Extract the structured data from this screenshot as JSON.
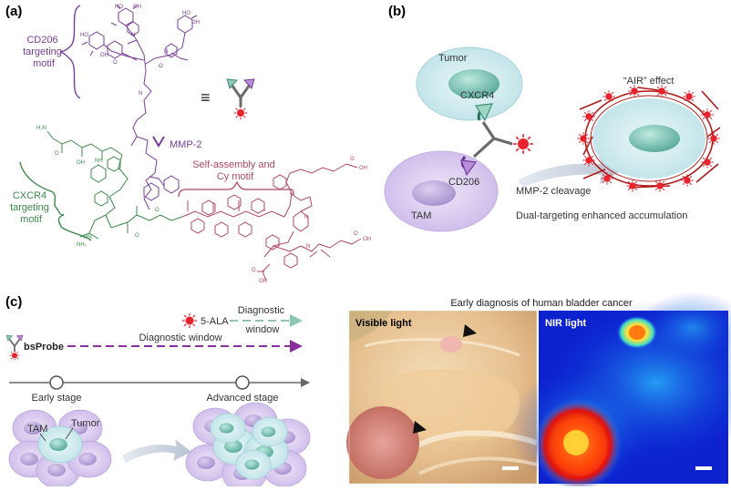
{
  "panel_a": {
    "label": "(a)",
    "cd206_motif": [
      "CD206",
      "targeting",
      "motif"
    ],
    "mmp2": "MMP-2",
    "self_assembly": [
      "Self-assembly and",
      "Cy motif"
    ],
    "cxcr4_motif": [
      "CXCR4",
      "targeting",
      "motif"
    ],
    "equiv": "≡",
    "colors": {
      "purple": "#7a3d9a",
      "green": "#3b8a4a",
      "rose": "#b0465f",
      "dark": "#4a4a4a"
    }
  },
  "panel_b": {
    "label": "(b)",
    "tumor": "Tumor",
    "cxcr4": "CXCR4",
    "cd206": "CD206",
    "tam": "TAM",
    "air_effect": "“AIR” effect",
    "cleavage": "MMP-2 cleavage",
    "accumulation": "Dual-targeting enhanced accumulation"
  },
  "panel_c": {
    "label": "(c)",
    "ala": "5-ALA",
    "ala_window": [
      "Diagnostic",
      "window"
    ],
    "bsprobe": "bsProbe",
    "bsprobe_window": "Diagnostic window",
    "early_stage": "Early stage",
    "advanced_stage": "Advanced stage",
    "tam": "TAM",
    "tumor": "Tumor",
    "photo_title": "Early diagnosis of human bladder cancer",
    "visible": "Visible light",
    "nir": "NIR light"
  }
}
